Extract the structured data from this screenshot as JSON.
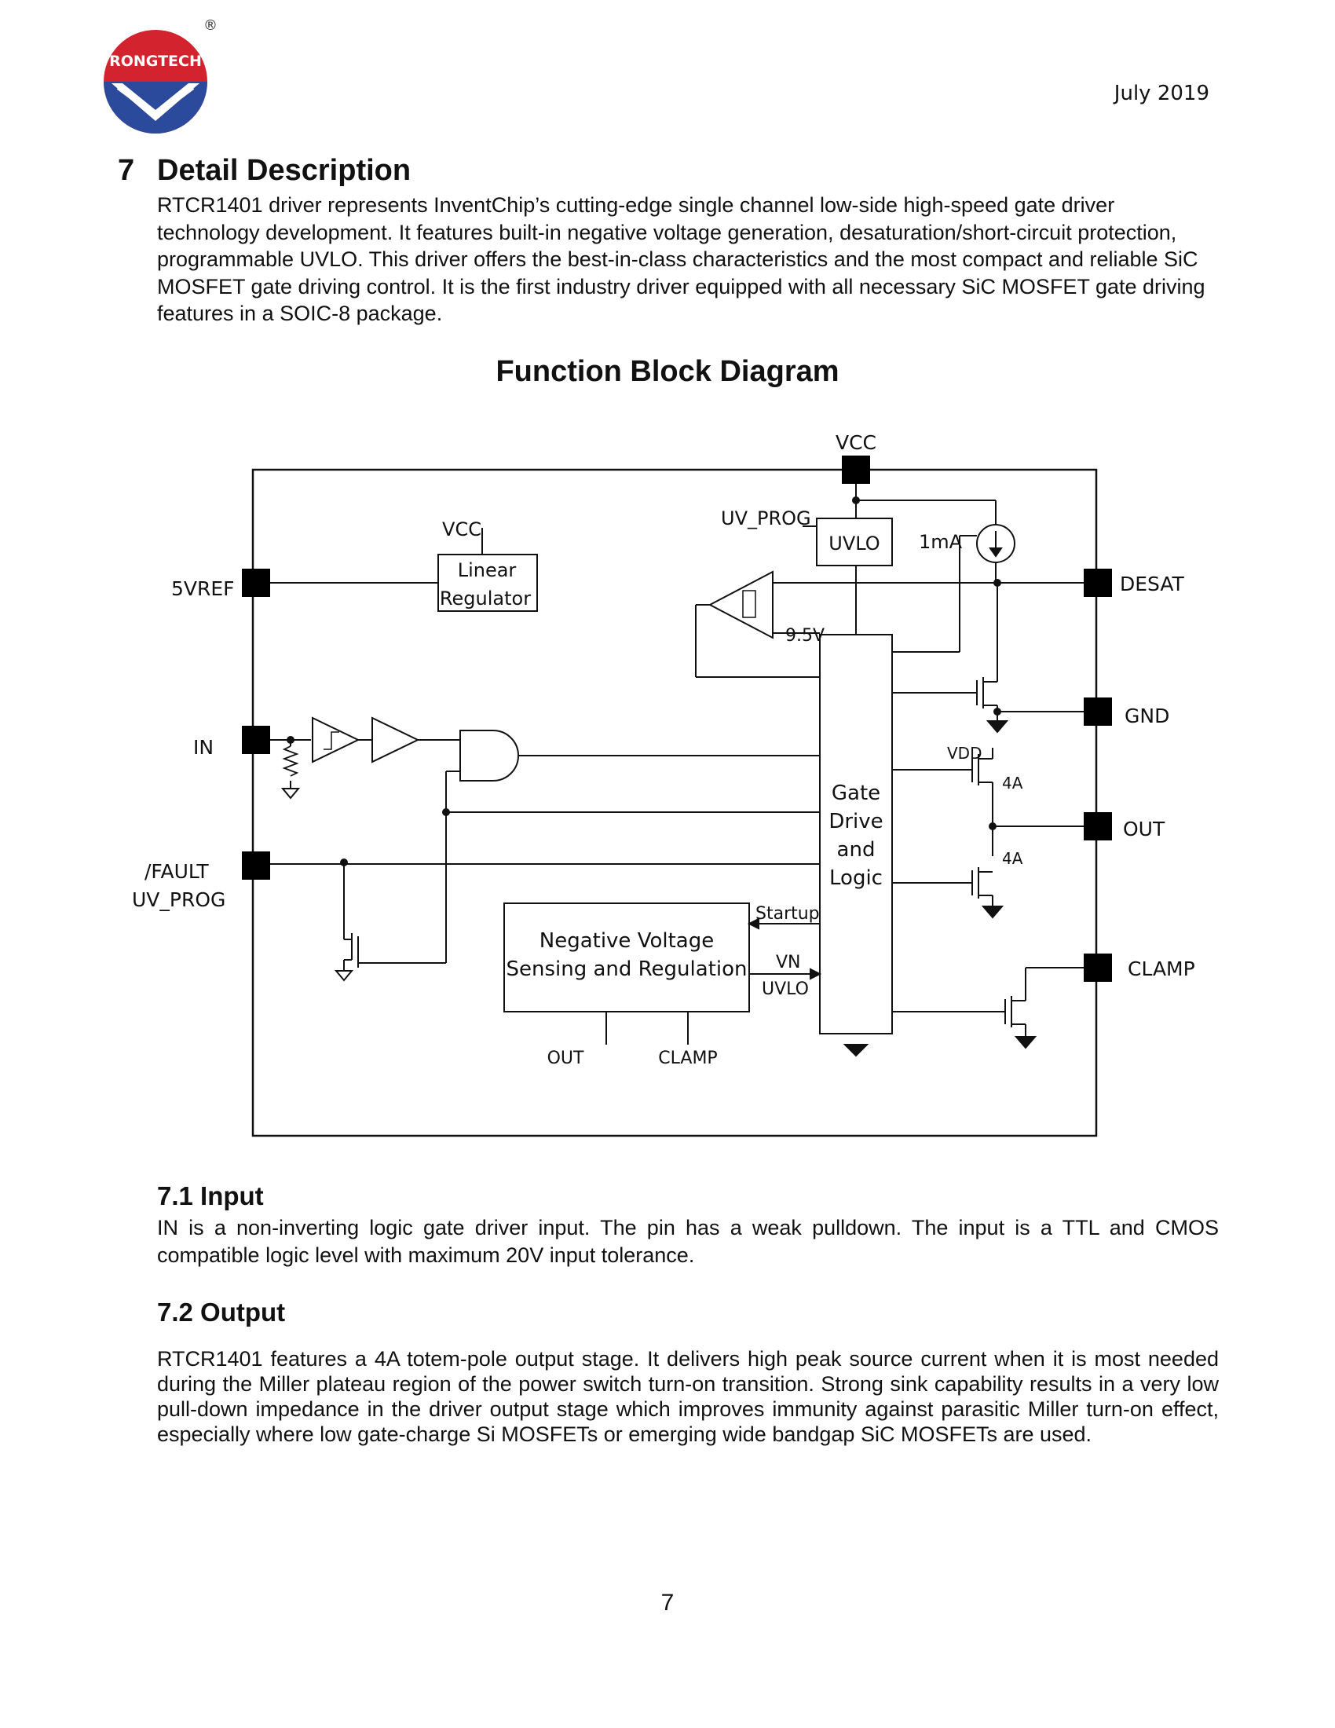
{
  "header": {
    "logo_text": "RONGTECH",
    "logo_mark": "®",
    "date": "July 2019"
  },
  "section": {
    "number": "7",
    "title": "Detail Description",
    "intro": "RTCR1401 driver represents InventChip’s cutting-edge single channel low-side high-speed gate driver technology development. It features built-in negative voltage generation, desaturation/short-circuit protection, programmable UVLO. This driver offers the best-in-class characteristics and the most compact and reliable SiC MOSFET gate driving control. It is the first industry driver equipped with all necessary SiC MOSFET gate driving features in a SOIC-8 package."
  },
  "diagram": {
    "title": "Function Block Diagram",
    "pins": {
      "vcc": "VCC",
      "vref": "5VREF",
      "in": "IN",
      "fault": "/FAULT",
      "uvprog": "UV_PROG",
      "desat": "DESAT",
      "gnd": "GND",
      "out": "OUT",
      "clamp": "CLAMP"
    },
    "blocks": {
      "linear_reg_1": "Linear",
      "linear_reg_2": "Regulator",
      "uvlo": "UVLO",
      "gate_1": "Gate",
      "gate_2": "Drive",
      "gate_3": "and",
      "gate_4": "Logic",
      "neg_1": "Negative Voltage",
      "neg_2": "Sensing and Regulation"
    },
    "labels": {
      "vcc_small": "VCC",
      "uv_prog_small": "UV_PROG",
      "current": "1mA",
      "threshold": "9.5V",
      "vdd": "VDD",
      "src_4a": "4A",
      "sink_4a": "4A",
      "startup": "Startup",
      "vn": "VN",
      "vn_uvlo": "UVLO",
      "out_bottom": "OUT",
      "clamp_bottom": "CLAMP"
    }
  },
  "subsections": [
    {
      "title": "7.1 Input",
      "body": "IN is a non-inverting logic gate driver input. The pin has a weak pulldown. The input is a TTL and CMOS compatible logic level with maximum 20V input tolerance."
    },
    {
      "title": "7.2 Output",
      "body": "RTCR1401 features a 4A totem-pole output stage. It delivers high peak source current when it is most needed during the Miller plateau region of the power switch turn-on transition. Strong sink capability results in a very low pull-down impedance in the driver output stage which improves immunity against parasitic Miller turn-on effect, especially where low gate-charge Si MOSFETs or emerging wide bandgap SiC MOSFETs are used."
    }
  ],
  "footer": {
    "page_number": "7"
  }
}
